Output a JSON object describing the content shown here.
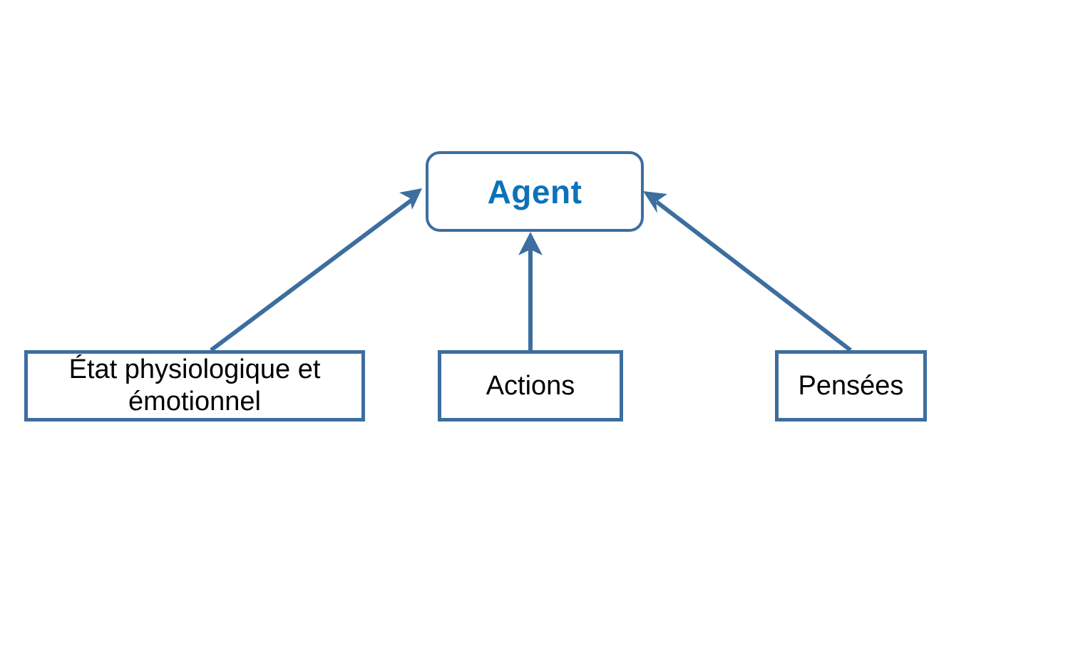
{
  "diagram": {
    "title": "Agent",
    "colors": {
      "border": "#3C6E9F",
      "agent_text": "#0D72B9",
      "leaf_text": "#000000",
      "arrow": "#3C6E9F",
      "background": "#FFFFFF"
    },
    "center_node": {
      "label": "Agent",
      "shape": "rounded-rectangle"
    },
    "leaf_nodes": [
      {
        "id": "state",
        "label": "État physiologique et\némotionnel",
        "shape": "rectangle"
      },
      {
        "id": "actions",
        "label": "Actions",
        "shape": "rectangle"
      },
      {
        "id": "thoughts",
        "label": "Pensées",
        "shape": "rectangle"
      }
    ],
    "edges": [
      {
        "from": "state",
        "to": "Agent",
        "arrowhead": "at-agent",
        "style": "solid"
      },
      {
        "from": "actions",
        "to": "Agent",
        "arrowhead": "at-agent",
        "style": "solid"
      },
      {
        "from": "thoughts",
        "to": "Agent",
        "arrowhead": "at-agent",
        "style": "solid"
      }
    ]
  }
}
